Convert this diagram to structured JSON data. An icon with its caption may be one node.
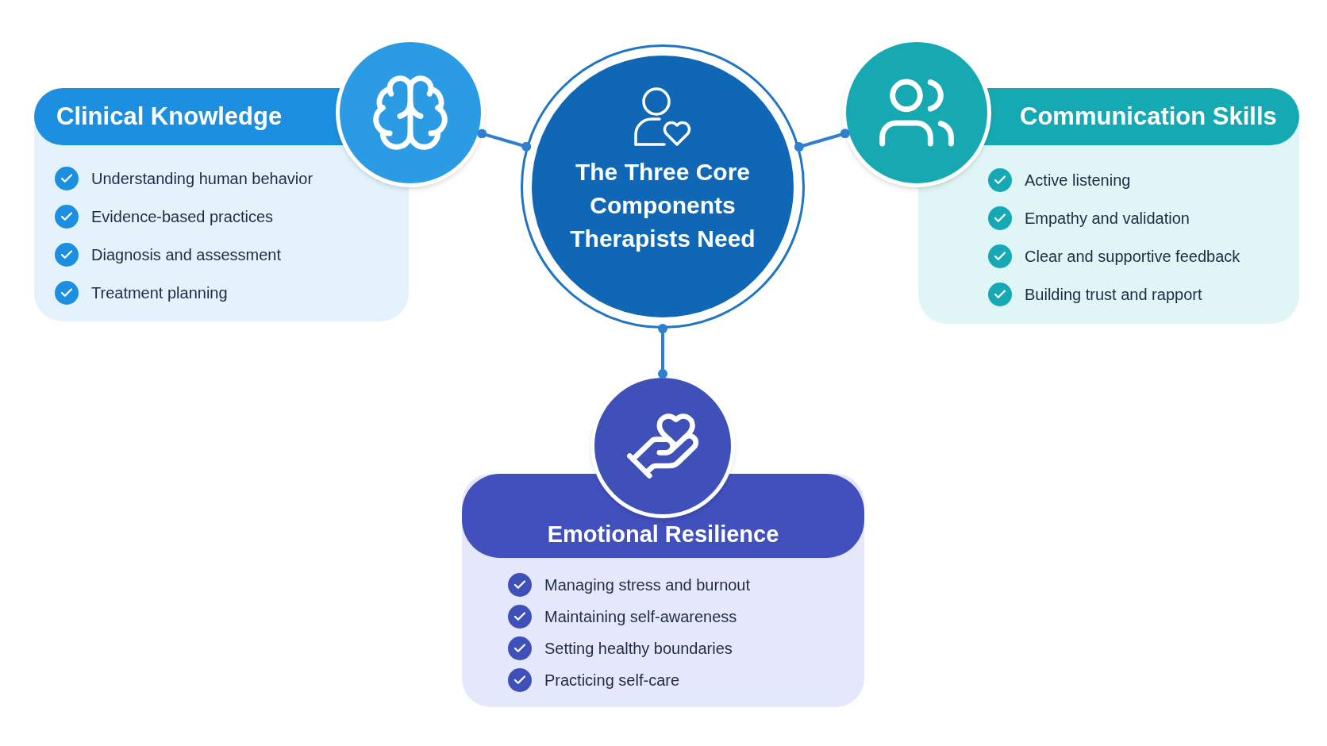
{
  "diagram": {
    "nodes": [
      {
        "text": [
          "The Three Core Components Therapists Need"
        ]
      },
      {
        "text": [
          "Clinical Knowledge",
          "Understanding human behavior",
          "Evidence-based practices",
          "Diagnosis and assessment",
          "Treatment planning"
        ]
      },
      {
        "text": [],
        "shape": "circle"
      },
      {
        "text": [
          "Communication Skills",
          "Active listening",
          "Empathy and validation",
          "Clear and supportive feedback",
          "Building trust and rapport"
        ]
      },
      {
        "text": [],
        "shape": "circle"
      },
      {
        "text": [],
        "shape": "circle"
      },
      {
        "text": [
          "Emotional Resilience",
          "Managing stress and burnout",
          "Maintaining self-awareness",
          "Setting healthy boundaries",
          "Practicing self-care"
        ]
      }
    ],
    "edges": [
      {
        "from": 2,
        "to": 0,
        "arrow": "other"
      },
      {
        "from": 0,
        "to": 4,
        "arrow": "other"
      },
      {
        "from": 0,
        "to": 5,
        "arrow": "other"
      }
    ]
  }
}
